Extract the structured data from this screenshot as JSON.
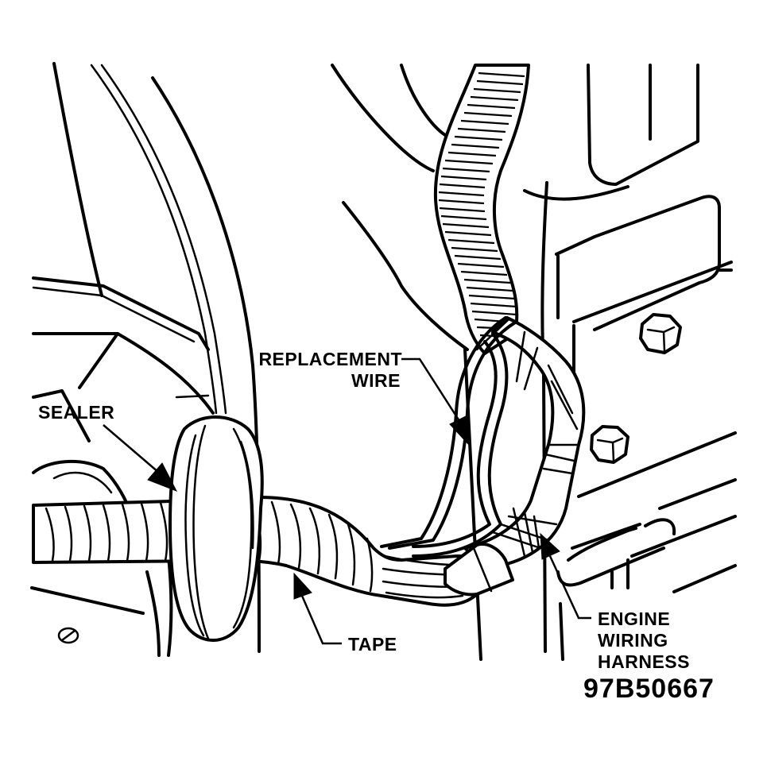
{
  "diagram": {
    "labels": {
      "sealer": "SEALER",
      "replacement_wire_line1": "REPLACEMENT",
      "replacement_wire_line2": "WIRE",
      "tape": "TAPE",
      "engine_harness_line1": "ENGINE",
      "engine_harness_line2": "WIRING",
      "engine_harness_line3": "HARNESS"
    },
    "figure_id": "97B50667",
    "colors": {
      "ink": "#000000",
      "paper": "#ffffff"
    }
  }
}
